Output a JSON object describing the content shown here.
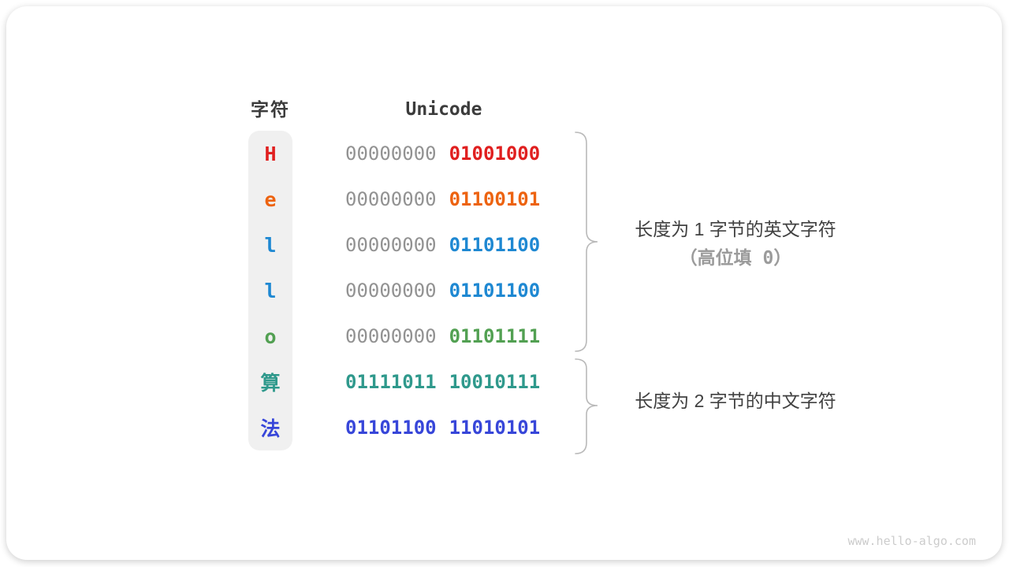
{
  "header": {
    "char_label": "字符",
    "unicode_label": "Unicode"
  },
  "rows": [
    {
      "char": "H",
      "char_color": "#e01f1f",
      "byte1": "00000000",
      "byte1_color": "#929292",
      "byte2": "01001000",
      "byte2_color": "#e01f1f"
    },
    {
      "char": "e",
      "char_color": "#ed6310",
      "byte1": "00000000",
      "byte1_color": "#929292",
      "byte2": "01100101",
      "byte2_color": "#ed6310"
    },
    {
      "char": "l",
      "char_color": "#1e88d2",
      "byte1": "00000000",
      "byte1_color": "#929292",
      "byte2": "01101100",
      "byte2_color": "#1e88d2"
    },
    {
      "char": "l",
      "char_color": "#1e88d2",
      "byte1": "00000000",
      "byte1_color": "#929292",
      "byte2": "01101100",
      "byte2_color": "#1e88d2"
    },
    {
      "char": "o",
      "char_color": "#52a052",
      "byte1": "00000000",
      "byte1_color": "#929292",
      "byte2": "01101111",
      "byte2_color": "#52a052"
    },
    {
      "char": "算",
      "char_color": "#2f998c",
      "byte1": "01111011",
      "byte1_color": "#2f998c",
      "byte2": "10010111",
      "byte2_color": "#2f998c"
    },
    {
      "char": "法",
      "char_color": "#3746d9",
      "byte1": "01101100",
      "byte1_color": "#3746d9",
      "byte2": "11010101",
      "byte2_color": "#3746d9"
    }
  ],
  "annotations": {
    "one_byte": {
      "line1": "长度为 1 字节的英文字符",
      "line2": "（高位填 0）"
    },
    "two_byte": {
      "line1": "长度为 2 字节的中文字符"
    }
  },
  "watermark": "www.hello-algo.com",
  "colors": {
    "column_bg": "#f0f0f0",
    "muted_text": "#9b9b9b",
    "dark_text": "#414141",
    "grey_byte": "#929292",
    "brace": "#b9b9b9",
    "watermark": "#cccccc"
  }
}
